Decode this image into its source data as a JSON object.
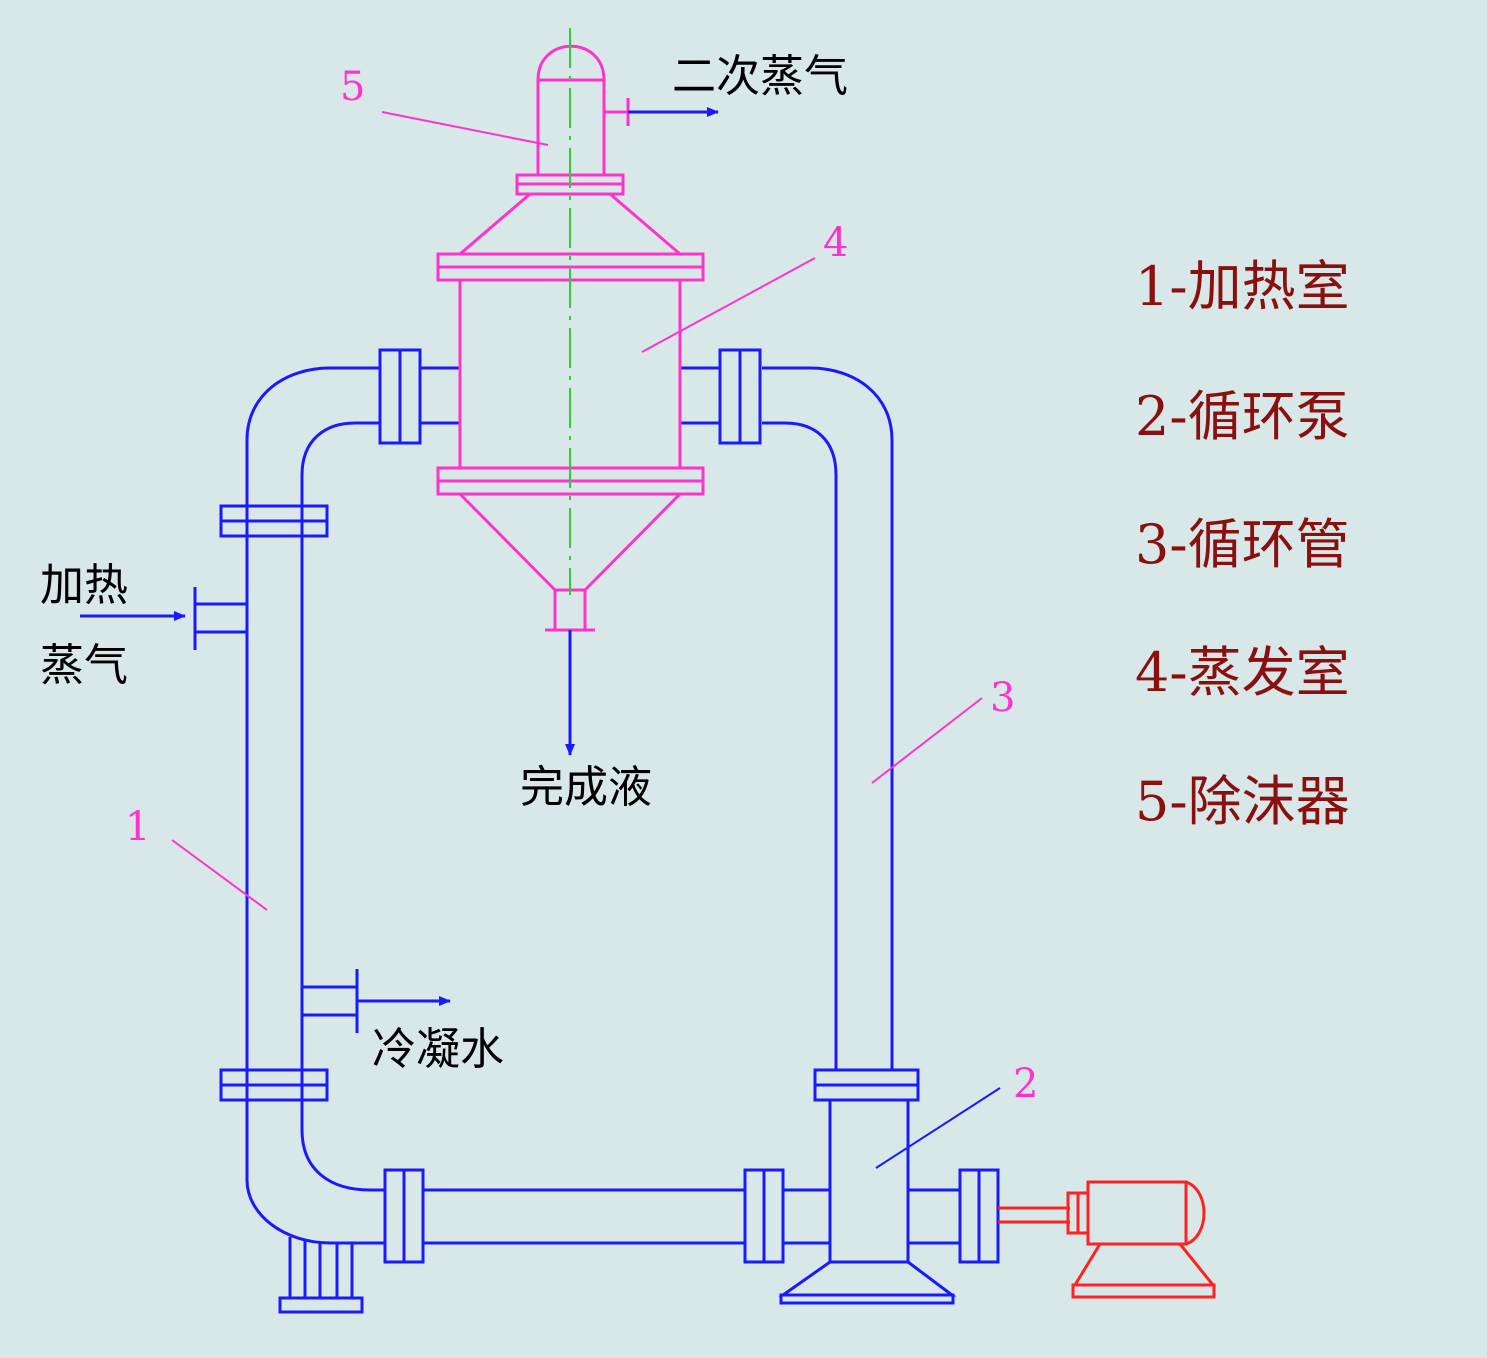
{
  "colors": {
    "background": "#d8e8e8",
    "piping": "#1a1aff",
    "vessel": "#ff33cc",
    "centerline": "#33cc33",
    "motor": "#ff2222",
    "legend_text": "#8a1010",
    "flow_text": "#000000"
  },
  "flows": {
    "secondary_steam": "二次蒸气",
    "heating_steam_line1": "加热",
    "heating_steam_line2": "蒸气",
    "product_liquid": "完成液",
    "condensate": "冷凝水"
  },
  "callouts": [
    "1",
    "2",
    "3",
    "4",
    "5"
  ],
  "legend": [
    "1-加热室",
    "2-循环泵",
    "3-循环管",
    "4-蒸发室",
    "5-除沫器"
  ]
}
